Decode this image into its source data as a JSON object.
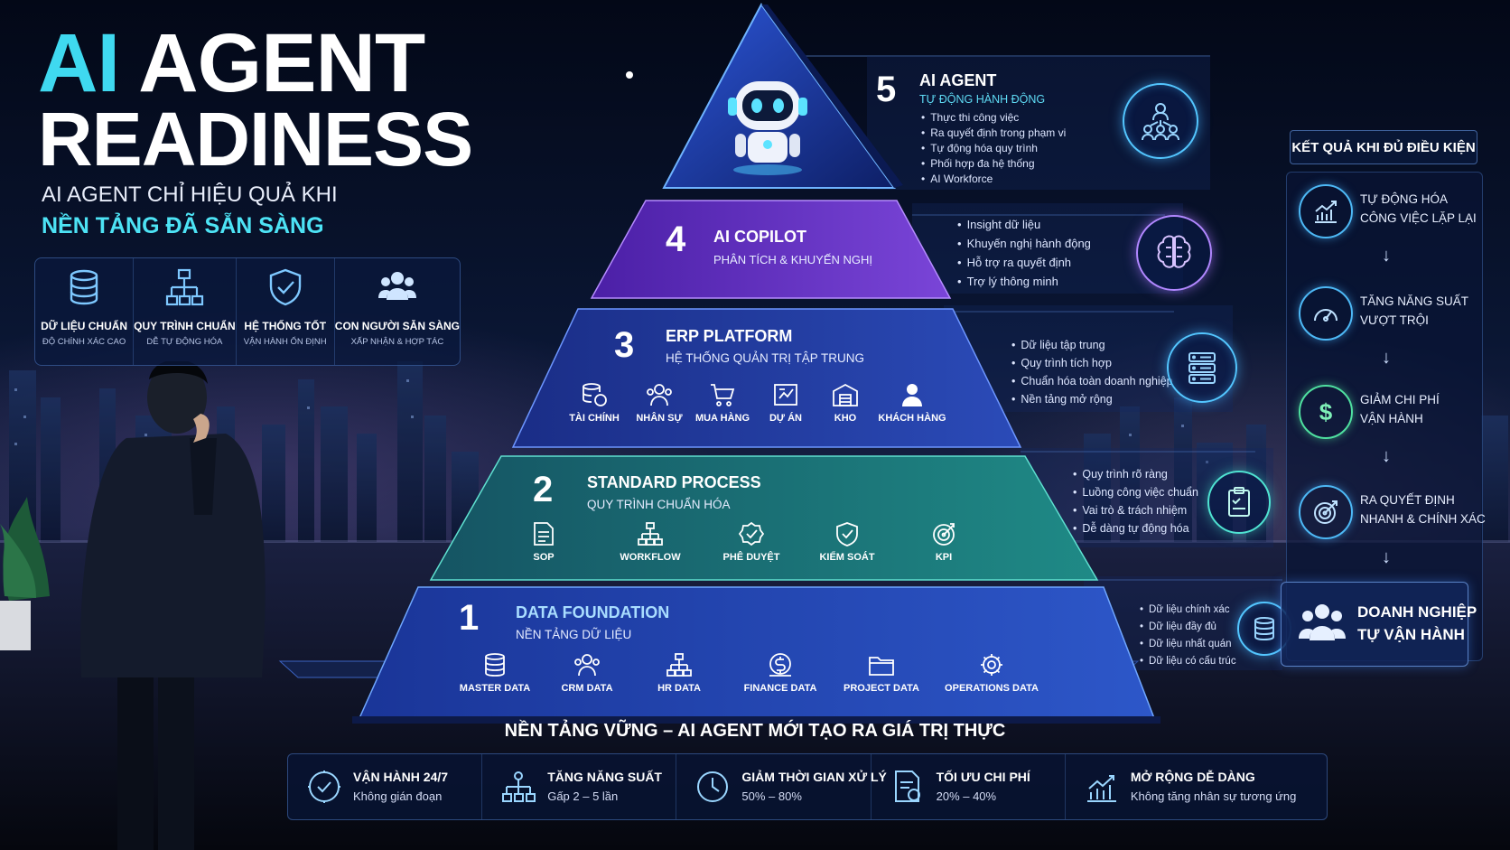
{
  "header": {
    "title_ai": "AI",
    "title_agent": "AGENT",
    "title_readiness": "READINESS",
    "subtitle_line1": "AI AGENT CHỈ HIỆU QUẢ KHI",
    "subtitle_line2": "NỀN TẢNG ĐÃ SẴN SÀNG"
  },
  "prerequisites": [
    {
      "label": "DỮ LIỆU CHUẨN",
      "sub": "ĐỘ CHÍNH XÁC CAO",
      "icon": "database-icon"
    },
    {
      "label": "QUY TRÌNH CHUẨN",
      "sub": "DỄ TỰ ĐỘNG HÓA",
      "icon": "flowchart-icon"
    },
    {
      "label": "HỆ THỐNG TỐT",
      "sub": "VẬN HÀNH ỔN ĐỊNH",
      "icon": "shield-check-icon"
    },
    {
      "label": "CON NGƯỜI SẴN SÀNG",
      "sub": "XẤP NHẬN & HỢP TÁC",
      "icon": "people-icon"
    }
  ],
  "layers": {
    "l5": {
      "number": "5",
      "title": "AI AGENT",
      "subtitle": "TỰ ĐỘNG HÀNH ĐỘNG",
      "bullets": [
        "Thực thi công việc",
        "Ra quyết định trong phạm vi",
        "Tự động hóa quy trình",
        "Phối hợp đa hệ thống",
        "AI Workforce"
      ],
      "icon": "network-people-icon"
    },
    "l4": {
      "number": "4",
      "title": "AI COPILOT",
      "subtitle": "PHÂN TÍCH & KHUYẾN NGHỊ",
      "bullets": [
        "Insight dữ liệu",
        "Khuyến nghị hành động",
        "Hỗ trợ ra quyết định",
        "Trợ lý thông minh"
      ],
      "icon": "brain-icon"
    },
    "l3": {
      "number": "3",
      "title": "ERP PLATFORM",
      "subtitle": "HỆ THỐNG QUẢN TRỊ TẬP TRUNG",
      "modules": [
        "TÀI CHÍNH",
        "NHÂN SỰ",
        "MUA HÀNG",
        "DỰ ÁN",
        "KHO",
        "KHÁCH HÀNG"
      ],
      "bullets": [
        "Dữ liệu tập trung",
        "Quy trình tích hợp",
        "Chuẩn hóa toàn doanh nghiệp",
        "Nền tảng mở rộng"
      ],
      "icon": "server-icon"
    },
    "l2": {
      "number": "2",
      "title": "STANDARD PROCESS",
      "subtitle": "QUY TRÌNH CHUẨN HÓA",
      "modules": [
        "SOP",
        "WORKFLOW",
        "PHÊ DUYỆT",
        "KIỂM SOÁT",
        "KPI"
      ],
      "bullets": [
        "Quy trình rõ ràng",
        "Luồng công việc chuẩn",
        "Vai trò & trách nhiệm",
        "Dễ dàng tự động hóa"
      ],
      "icon": "clipboard-check-icon"
    },
    "l1": {
      "number": "1",
      "title": "DATA FOUNDATION",
      "subtitle": "NỀN TẢNG DỮ LIỆU",
      "modules": [
        "MASTER DATA",
        "CRM DATA",
        "HR DATA",
        "FINANCE DATA",
        "PROJECT DATA",
        "OPERATIONS DATA"
      ],
      "bullets": [
        "Dữ liệu chính xác",
        "Dữ liệu đầy đủ",
        "Dữ liệu nhất quán",
        "Dữ liệu có cấu trúc"
      ],
      "icon": "database-icon"
    }
  },
  "results": {
    "heading": "KẾT QUẢ KHI ĐỦ ĐIỀU KIỆN",
    "items": [
      {
        "line1": "TỰ ĐỘNG HÓA",
        "line2": "CÔNG VIỆC LẶP LẠI",
        "icon": "growth-chart-icon"
      },
      {
        "line1": "TĂNG NĂNG SUẤT",
        "line2": "VƯỢT TRỘI",
        "icon": "speedometer-icon"
      },
      {
        "line1": "GIẢM CHI PHÍ",
        "line2": "VẬN HÀNH",
        "icon": "dollar-icon"
      },
      {
        "line1": "RA QUYẾT ĐỊNH",
        "line2": "NHANH & CHÍNH XÁC",
        "icon": "target-icon"
      }
    ],
    "final_line1": "DOANH NGHIỆP",
    "final_line2": "TỰ VẬN HÀNH",
    "arrow": "↓"
  },
  "tagline": "NỀN TẢNG VỮNG – AI AGENT MỚI TẠO RA GIÁ TRỊ THỰC",
  "benefits": [
    {
      "title": "VẬN HÀNH 24/7",
      "sub": "Không gián đoạn",
      "icon": "clock-check-icon"
    },
    {
      "title": "TĂNG NĂNG SUẤT",
      "sub": "Gấp 2 – 5 lần",
      "icon": "workflow-icon"
    },
    {
      "title": "GIẢM THỜI GIAN XỬ LÝ",
      "sub": "50% – 80%",
      "icon": "clock-icon"
    },
    {
      "title": "TỐI ƯU CHI PHÍ",
      "sub": "20% – 40%",
      "icon": "document-cost-icon"
    },
    {
      "title": "MỞ RỘNG DỄ DÀNG",
      "sub": "Không tăng nhân sự tương ứng",
      "icon": "bar-growth-icon"
    }
  ],
  "colors": {
    "cyan": "#3fd9f0",
    "layer5": "#1e3fa8",
    "layer4": "#5a2bb0",
    "layer3": "#223a9a",
    "layer2": "#1b6a78",
    "layer1": "#1f3fa5"
  }
}
